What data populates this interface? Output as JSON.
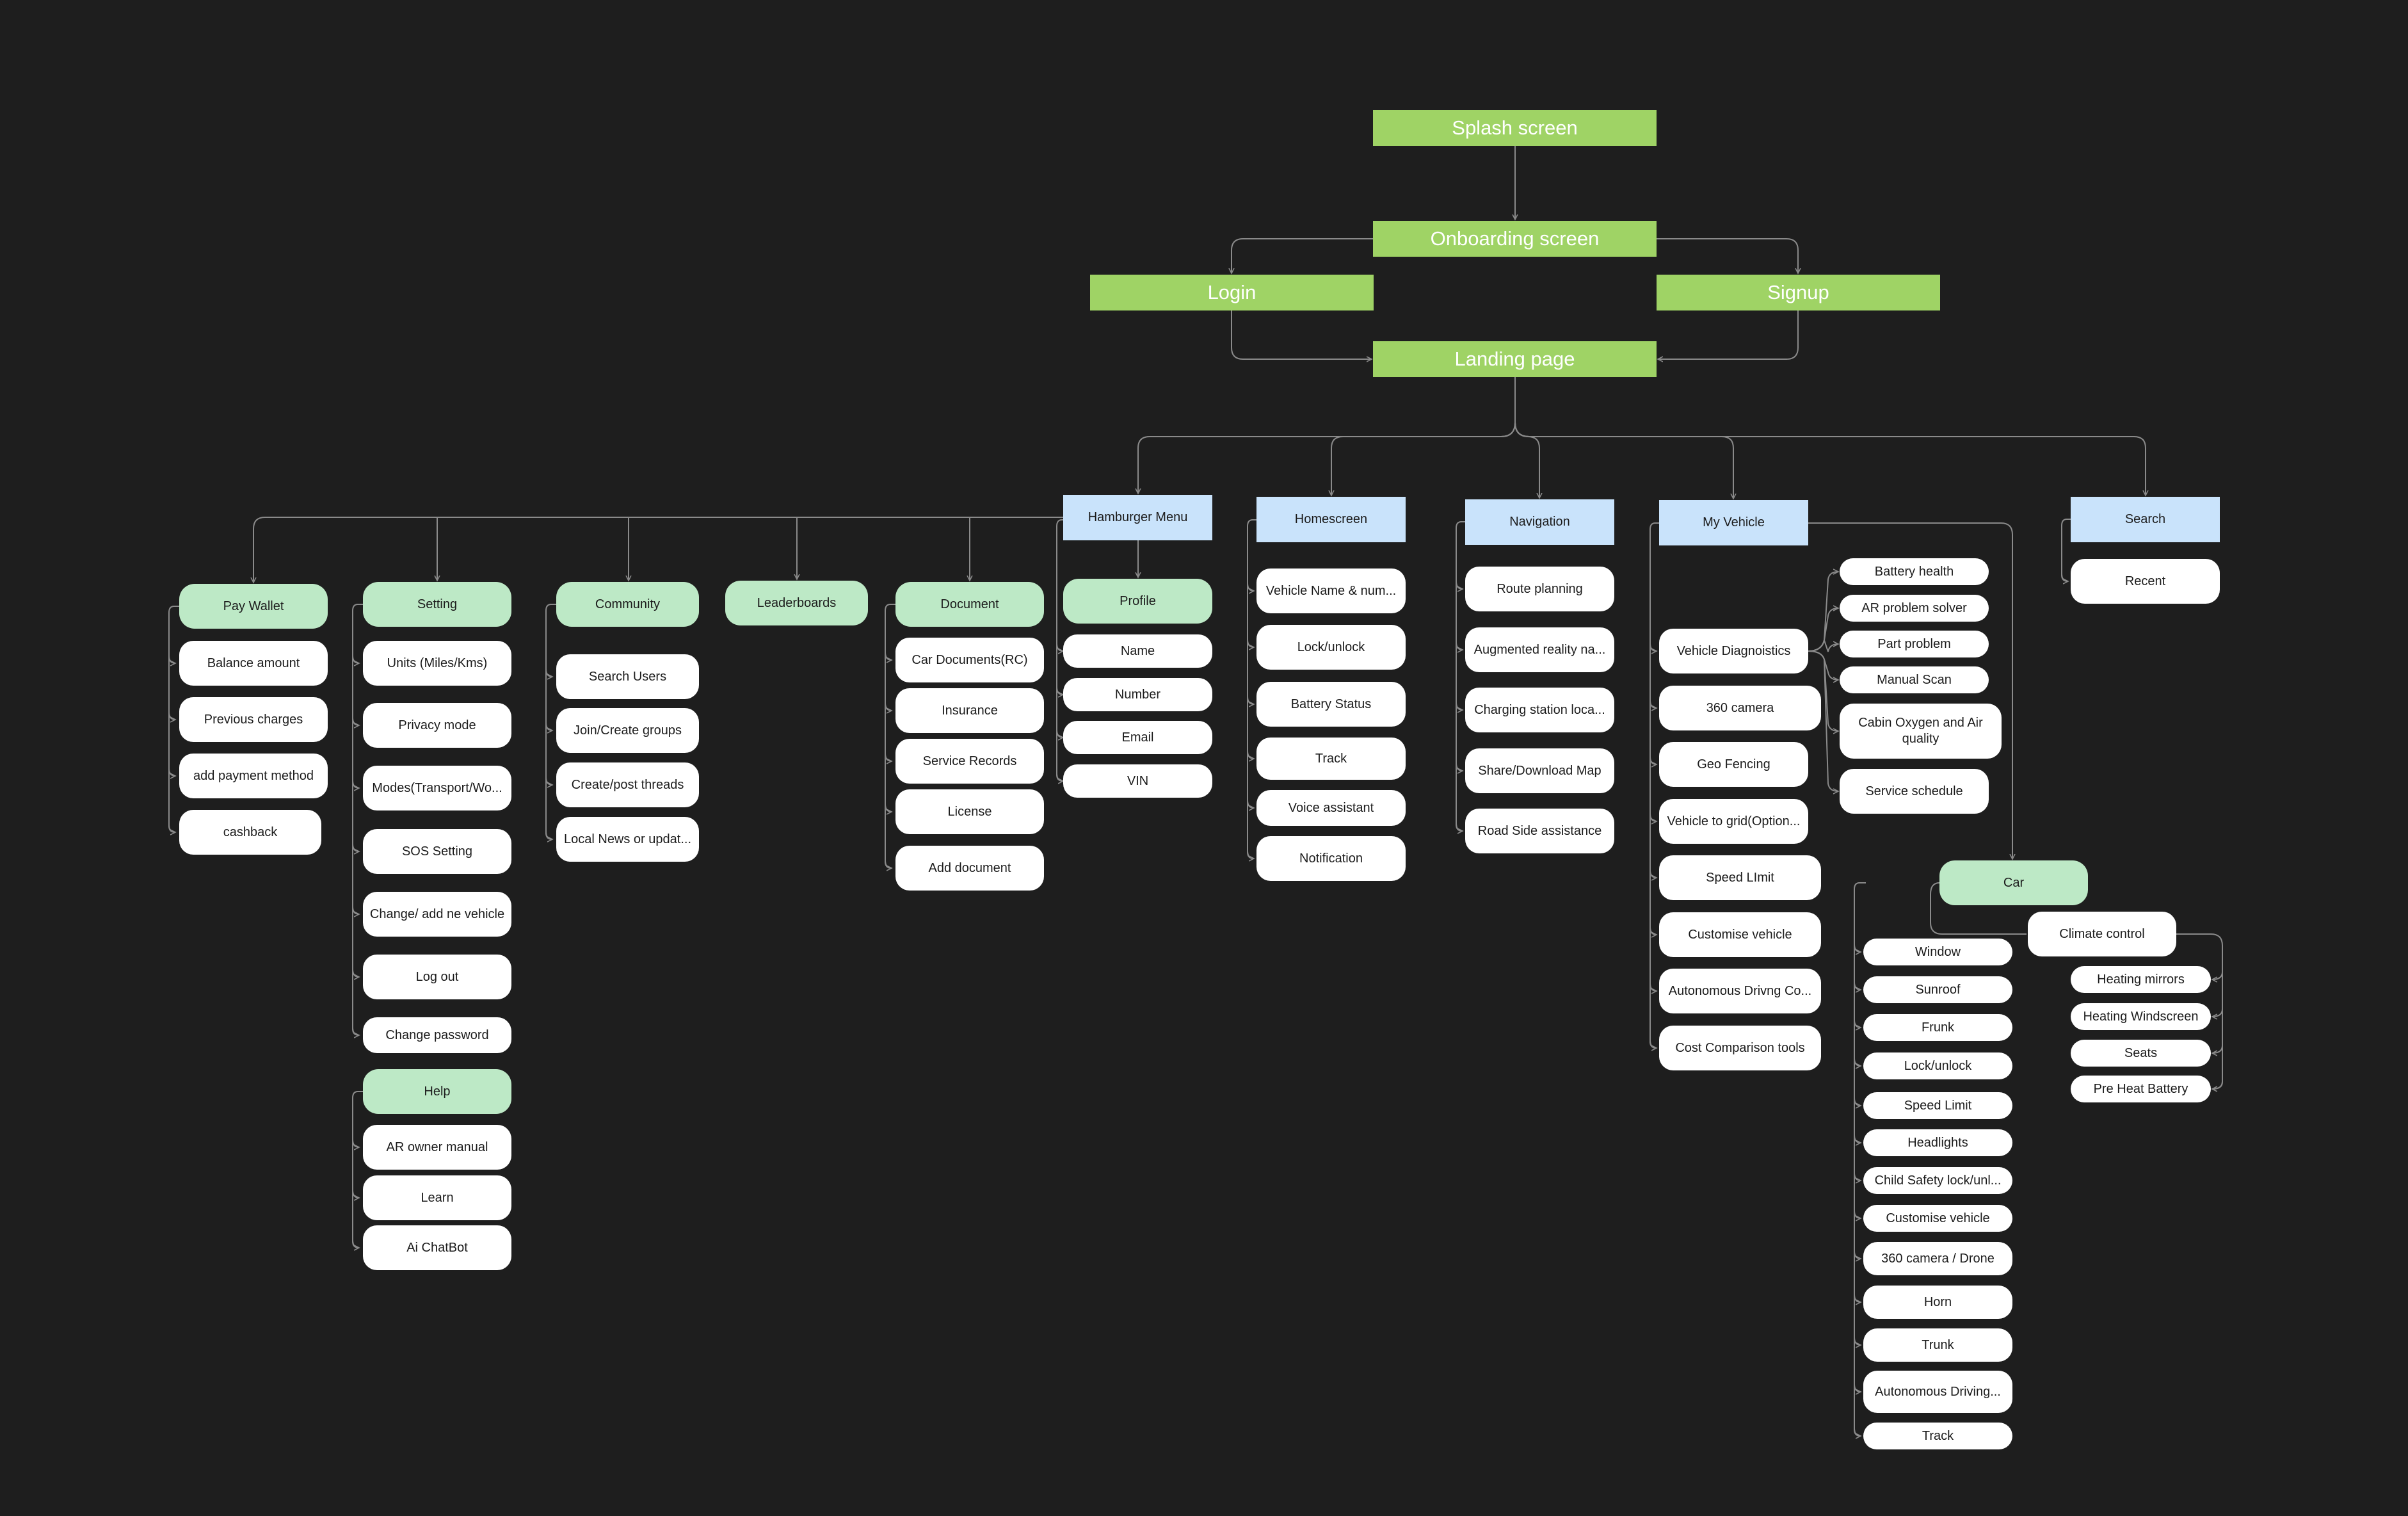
{
  "flow": {
    "splash": "Splash screen",
    "onboarding": "Onboarding screen",
    "login": "Login",
    "signup": "Signup",
    "landing": "Landing page"
  },
  "categories": {
    "hamburger": "Hamburger Menu",
    "homescreen": "Homescreen",
    "navigation": "Navigation",
    "my_vehicle": "My Vehicle",
    "search": "Search"
  },
  "pay_wallet": {
    "title": "Pay Wallet",
    "items": [
      "Balance amount",
      "Previous charges",
      "add payment method",
      "cashback"
    ]
  },
  "setting": {
    "title": "Setting",
    "items": [
      "Units (Miles/Kms)",
      "Privacy mode",
      "Modes(Transport/Wo...",
      "SOS Setting",
      "Change/ add ne vehicle",
      "Log out",
      "Change password"
    ]
  },
  "help": {
    "title": "Help",
    "items": [
      "AR owner manual",
      "Learn",
      "Ai ChatBot"
    ]
  },
  "community": {
    "title": "Community",
    "items": [
      "Search Users",
      "Join/Create groups",
      "Create/post threads",
      "Local News or updat..."
    ]
  },
  "leaderboards": {
    "title": "Leaderboards"
  },
  "document": {
    "title": "Document",
    "items": [
      "Car Documents(RC)",
      "Insurance",
      "Service Records",
      "License",
      "Add document"
    ]
  },
  "profile": {
    "title": "Profile",
    "items": [
      "Name",
      "Number",
      "Email",
      "VIN"
    ]
  },
  "homescreen_items": [
    "Vehicle Name & num...",
    "Lock/unlock",
    "Battery Status",
    "Track",
    "Voice assistant",
    "Notification"
  ],
  "navigation_items": [
    "Route planning",
    "Augmented reality na...",
    "Charging station loca...",
    "Share/Download Map",
    "Road Side assistance"
  ],
  "my_vehicle_items": [
    "Vehicle Diagnoistics",
    "360 camera",
    "Geo Fencing",
    "Vehicle to grid(Option...",
    "Speed LImit",
    "Customise vehicle",
    "Autonomous Drivng Co...",
    "Cost Comparison tools"
  ],
  "diagnostics_items": [
    "Battery health",
    "AR problem solver",
    "Part problem",
    "Manual Scan",
    "Cabin Oxygen and Air quality",
    "Service schedule"
  ],
  "search_items": [
    "Recent"
  ],
  "car": {
    "title": "Car",
    "items": [
      "Window",
      "Sunroof",
      "Frunk",
      "Lock/unlock",
      "Speed Limit",
      "Headlights",
      "Child Safety lock/unl...",
      "Customise vehicle",
      "360 camera / Drone",
      "Horn",
      "Trunk",
      "Autonomous Driving...",
      "Track"
    ]
  },
  "climate": {
    "title": "Climate control",
    "items": [
      "Heating mirrors",
      "Heating Windscreen",
      "Seats",
      "Pre Heat Battery"
    ]
  },
  "colors": {
    "background": "#1e1e1e",
    "flow_green": "#9fd365",
    "category_blue": "#c9e3fb",
    "header_mint": "#bde9c6",
    "item_white": "#ffffff",
    "connector": "#8a8a8a"
  }
}
